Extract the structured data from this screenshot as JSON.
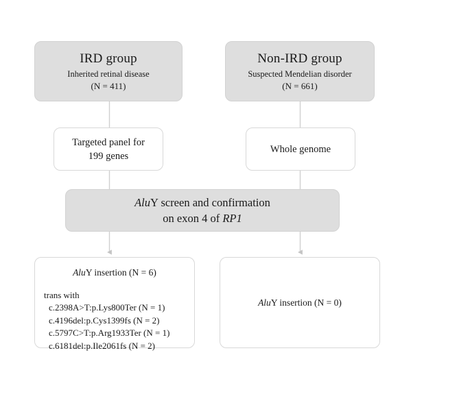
{
  "diagram": {
    "type": "flowchart",
    "nodes": {
      "ird_group": {
        "title": "IRD group",
        "subtitle": "Inherited retinal disease",
        "count": "(N = 411)"
      },
      "non_ird_group": {
        "title": "Non-IRD group",
        "subtitle": "Suspected Mendelian disorder",
        "count": "(N = 661)"
      },
      "targeted_panel": {
        "line1": "Targeted panel for",
        "line2": "199 genes"
      },
      "whole_genome": {
        "line1": "Whole genome"
      },
      "alu_screen": {
        "line1_italic": "Alu",
        "line1_rest": "Y screen and confirmation",
        "line2_pre": "on exon 4 of ",
        "line2_italic": "RP1"
      },
      "result_left": {
        "head_italic": "Alu",
        "head_rest": "Y insertion  (N = 6)",
        "trans_label": "trans with",
        "variants": [
          "c.2398A>T:p.Lys800Ter (N = 1)",
          "c.4196del:p.Cys1399fs (N = 2)",
          "c.5797C>T:p.Arg1933Ter (N = 1)",
          "c.6181del:p.Ile2061fs (N = 2)"
        ]
      },
      "result_right": {
        "text_italic": "Alu",
        "text_rest": "Y insertion (N = 0)"
      }
    },
    "colors": {
      "gray_fill": "#dedede",
      "white_fill": "#ffffff",
      "border": "#d8d8d8",
      "connector": "#c9c9c9",
      "text": "#1a1a1a"
    }
  }
}
